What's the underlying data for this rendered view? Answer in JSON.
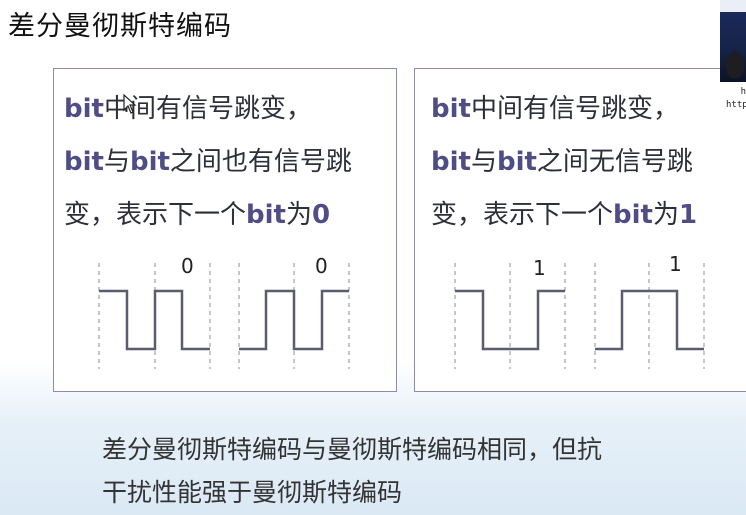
{
  "title": "差分曼彻斯特编码",
  "left_panel": {
    "line1": {
      "kw": "bit",
      "text": "中间有信号跳变，"
    },
    "line2": {
      "kw1": "bit",
      "mid": "与",
      "kw2": "bit",
      "text": "之间也有信号跳"
    },
    "line3": {
      "text": "变，表示下一个",
      "kw": "bit",
      "mid": "为",
      "value": "0"
    },
    "label_a": "0",
    "label_b": "0"
  },
  "right_panel": {
    "line1": {
      "kw": "bit",
      "text": "中间有信号跳变，"
    },
    "line2": {
      "kw1": "bit",
      "mid": "与",
      "kw2": "bit",
      "text": "之间无信号跳"
    },
    "line3": {
      "text": "变，表示下一个",
      "kw": "bit",
      "mid": "为",
      "value": "1"
    },
    "label_a": "1",
    "label_b": "1"
  },
  "caption": {
    "line1": "差分曼彻斯特编码与曼彻斯特编码相同，但抗",
    "line2": "干扰性能强于曼彻斯特编码"
  },
  "overlay": {
    "url_fragment": "http",
    "corner_text": "h"
  },
  "colors": {
    "keyword": "#4f4c86",
    "panel_border": "#8c8cad",
    "waveform": "#5a5d6e"
  }
}
